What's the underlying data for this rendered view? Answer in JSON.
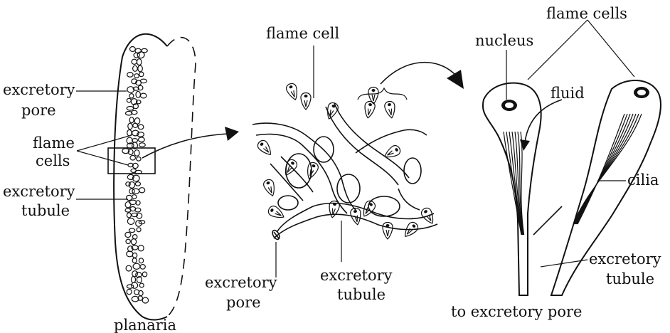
{
  "colors": {
    "ink": "#111111",
    "paper": "#ffffff"
  },
  "panels": {
    "planaria": {
      "caption": "planaria",
      "labels": {
        "excretory_pore_1": "excretory",
        "excretory_pore_2": "pore",
        "flame_cells_1": "flame",
        "flame_cells_2": "cells",
        "excretory_tubule_1": "excretory",
        "excretory_tubule_2": "tubule"
      }
    },
    "network": {
      "labels": {
        "flame_cell": "flame cell",
        "excretory_pore_1": "excretory",
        "excretory_pore_2": "pore",
        "excretory_tubule_1": "excretory",
        "excretory_tubule_2": "tubule"
      }
    },
    "detail": {
      "caption": "to excretory pore",
      "labels": {
        "flame_cells": "flame cells",
        "nucleus": "nucleus",
        "fluid": "fluid",
        "cilia": "cilia",
        "excretory_tubule_1": "excretory",
        "excretory_tubule_2": "tubule"
      }
    }
  }
}
